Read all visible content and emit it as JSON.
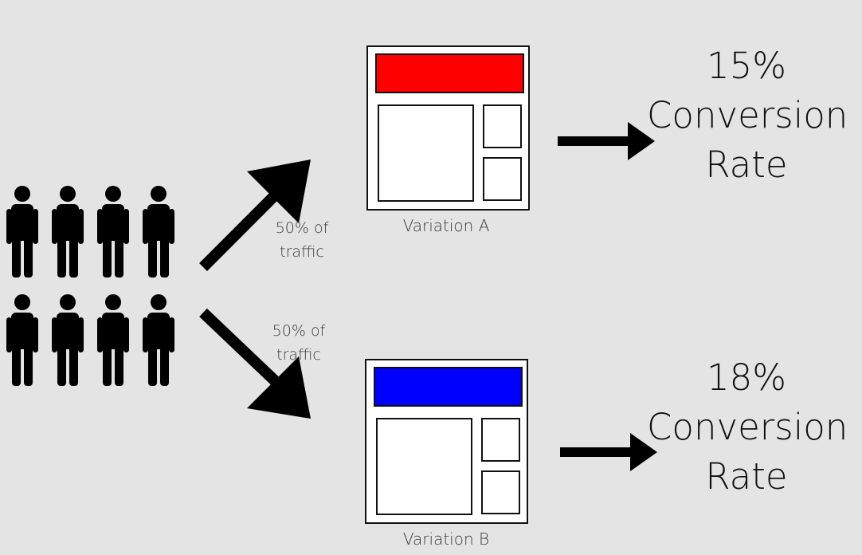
{
  "colors": {
    "background": "#e4e4e4",
    "variation_a_header": "#ff0000",
    "variation_b_header": "#0000ff",
    "ink": "#000000"
  },
  "people": {
    "count": 8,
    "icon": "person-icon"
  },
  "traffic_split": [
    {
      "label": "50% of\ntraffic"
    },
    {
      "label": "50% of\ntraffic"
    }
  ],
  "variations": [
    {
      "label": "Variation A",
      "header_color": "#ff0000"
    },
    {
      "label": "Variation B",
      "header_color": "#0000ff"
    }
  ],
  "results": [
    {
      "percent": "15%",
      "line1": "Conversion",
      "line2": "Rate"
    },
    {
      "percent": "18%",
      "line1": "Conversion",
      "line2": "Rate"
    }
  ]
}
